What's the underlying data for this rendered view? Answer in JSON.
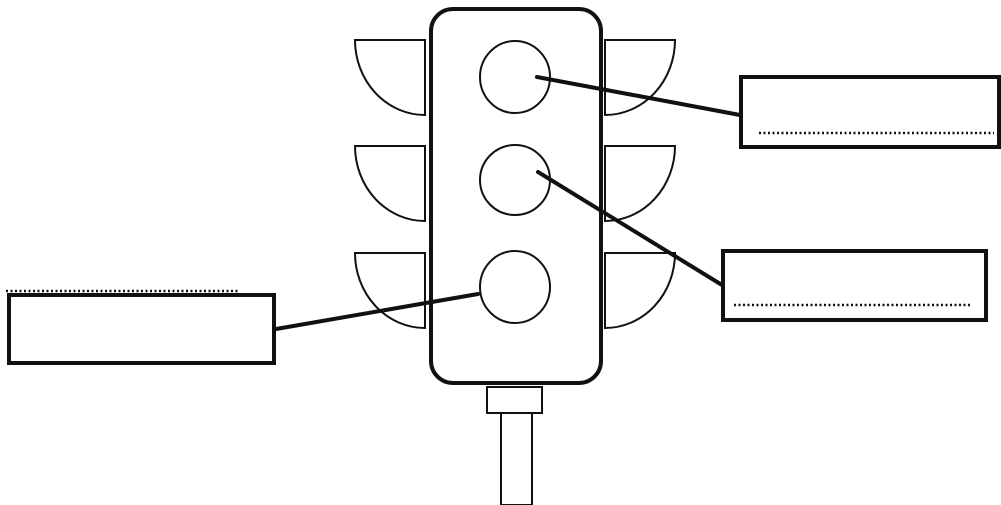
{
  "diagram": {
    "stroke_color": "#111111",
    "background_color": "#ffffff",
    "lights": [
      {
        "id": "top"
      },
      {
        "id": "middle"
      },
      {
        "id": "bottom"
      }
    ],
    "answer_boxes": [
      {
        "id": "top-right",
        "text": ""
      },
      {
        "id": "middle-right",
        "text": ""
      },
      {
        "id": "bottom-left",
        "text": ""
      }
    ]
  }
}
